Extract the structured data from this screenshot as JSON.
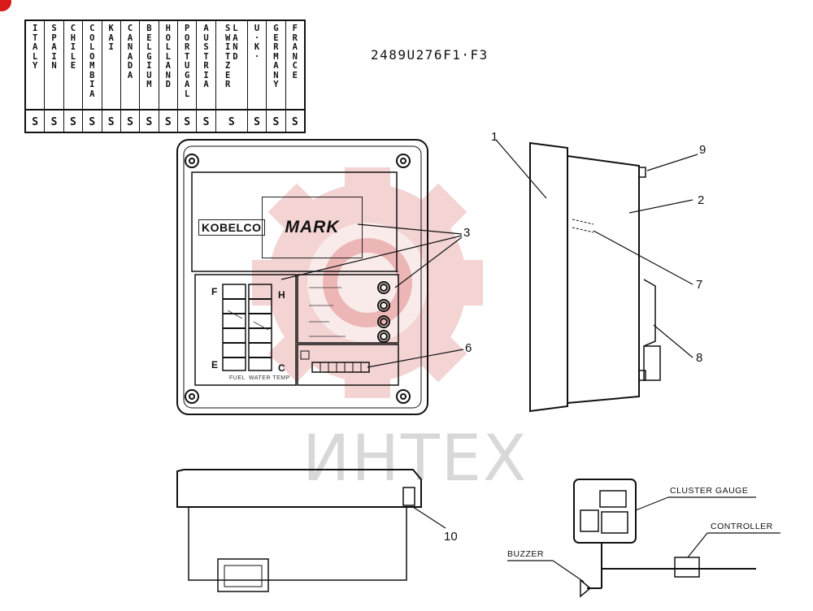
{
  "countries": [
    {
      "name": "ITALY",
      "letters": [
        "I",
        "T",
        "A",
        "L",
        "Y"
      ],
      "mark": "S"
    },
    {
      "name": "SPAIN",
      "letters": [
        "S",
        "P",
        "A",
        "I",
        "N"
      ],
      "mark": "S"
    },
    {
      "name": "CHILE",
      "letters": [
        "C",
        "H",
        "I",
        "L",
        "E"
      ],
      "mark": "S"
    },
    {
      "name": "COLOMBIA",
      "letters": [
        "C",
        "O",
        "L",
        "O",
        "M",
        "B",
        "I",
        "A"
      ],
      "mark": "S"
    },
    {
      "name": "KAI",
      "letters": [
        "K",
        "A",
        "I"
      ],
      "mark": "S"
    },
    {
      "name": "CANADA",
      "letters": [
        "C",
        "A",
        "N",
        "A",
        "D",
        "A"
      ],
      "mark": "S"
    },
    {
      "name": "BELGIUM",
      "letters": [
        "B",
        "E",
        "L",
        "G",
        "I",
        "U",
        "M"
      ],
      "mark": "S"
    },
    {
      "name": "HOLLAND",
      "letters": [
        "H",
        "O",
        "L",
        "L",
        "A",
        "N",
        "D"
      ],
      "mark": "S"
    },
    {
      "name": "PORTUGAL",
      "letters": [
        "P",
        "O",
        "R",
        "T",
        "U",
        "G",
        "A",
        "L"
      ],
      "mark": "S"
    },
    {
      "name": "AUSTRIA",
      "letters": [
        "A",
        "U",
        "S",
        "T",
        "R",
        "I",
        "A"
      ],
      "mark": "S"
    },
    {
      "name": "SWITZERLAND",
      "letters_col1": [
        "S",
        "W",
        "I",
        "T",
        "Z",
        "E",
        "R"
      ],
      "letters_col2": [
        "L",
        "A",
        "N",
        "D"
      ],
      "mark": "S",
      "wide": true
    },
    {
      "name": "U.K.",
      "letters": [
        "U",
        "·",
        "K",
        "·"
      ],
      "mark": "S"
    },
    {
      "name": "GERMANY",
      "letters": [
        "G",
        "E",
        "R",
        "M",
        "A",
        "N",
        "Y"
      ],
      "mark": "S"
    },
    {
      "name": "FRANCE",
      "letters": [
        "F",
        "R",
        "A",
        "N",
        "C",
        "E"
      ],
      "mark": "S"
    }
  ],
  "part_code": "2489U276F1·F3",
  "callouts": {
    "c1": "1",
    "c2": "2",
    "c3": "3",
    "c6": "6",
    "c7": "7",
    "c8": "8",
    "c9": "9",
    "c10": "10"
  },
  "brand": {
    "maker": "KOBELCO",
    "model": "MARK",
    "gauge_top_left": "F",
    "gauge_bottom_left": "E",
    "gauge_top_right": "H",
    "gauge_bottom_right": "C",
    "fuel_label": "FUEL",
    "water_label": "WATER TEMP"
  },
  "wiring": {
    "cluster_gauge": "CLUSTER GAUGE",
    "controller": "CONTROLLER",
    "buzzer": "BUZZER"
  },
  "watermark": "ИНТЕХ",
  "colors": {
    "watermark_red": "#e8a0a0",
    "corner_dot": "#d81b1b",
    "line": "#111111"
  }
}
